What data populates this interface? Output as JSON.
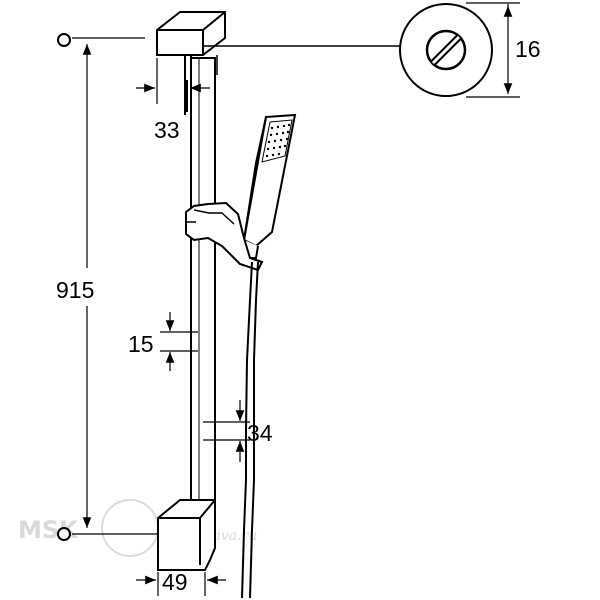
{
  "dimensions": {
    "height_total": "915",
    "bracket_offset": "33",
    "rail_width": "15",
    "hose_offset": "34",
    "bracket_depth": "49",
    "cap_diameter": "16"
  },
  "watermark": {
    "brand": "MSK",
    "site": "alternativa.ru"
  },
  "colors": {
    "line": "#000000",
    "watermark": "#d9d9d9",
    "background": "#ffffff"
  }
}
